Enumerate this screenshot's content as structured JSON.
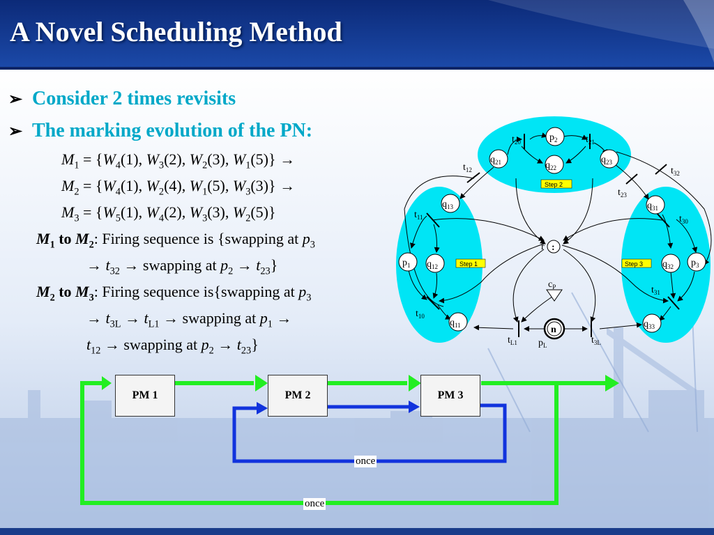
{
  "slide": {
    "title": "A Novel Scheduling Method",
    "bullets": [
      "Consider 2 times revisits",
      "The marking evolution of the PN:"
    ],
    "markings": {
      "m1": {
        "M": "M",
        "sub": "1",
        "eq": " = {",
        "items": [
          [
            "W",
            "4",
            "(1), "
          ],
          [
            "W",
            "3",
            "(2), "
          ],
          [
            "W",
            "2",
            "(3), "
          ],
          [
            "W",
            "1",
            "(5)} "
          ]
        ],
        "arrow": "→"
      },
      "m2": {
        "M": "M",
        "sub": "2",
        "eq": " = {",
        "items": [
          [
            "W",
            "4",
            "(1), "
          ],
          [
            "W",
            "2",
            "(4), "
          ],
          [
            "W",
            "1",
            "(5), "
          ],
          [
            "W",
            "3",
            "(3)} "
          ]
        ],
        "arrow": "→"
      },
      "m3": {
        "M": "M",
        "sub": "3",
        "eq": " = {",
        "items": [
          [
            "W",
            "5",
            "(1), "
          ],
          [
            "W",
            "4",
            "(2), "
          ],
          [
            "W",
            "3",
            "(3), "
          ],
          [
            "W",
            "2",
            "(5)}"
          ]
        ],
        "arrow": ""
      }
    },
    "seq1": {
      "from": "M",
      "from_sub": "1",
      "to_word": " to ",
      "to": "M",
      "to_sub": "2",
      "line1": ": Firing sequence is {swapping at ",
      "p": "p",
      "p_sub": "3",
      "line2a": "→ ",
      "t": "t",
      "t_sub": "32",
      "line2b": " → swapping at ",
      "p2": "p",
      "p2_sub": "2",
      "line2c": " → ",
      "t2": "t",
      "t2_sub": "23",
      "line2d": "}"
    },
    "seq2": {
      "from": "M",
      "from_sub": "2",
      "to_word": " to ",
      "to": "M",
      "to_sub": "3",
      "line1": ": Firing sequence is{swapping at ",
      "p": "p",
      "p_sub": "3",
      "line2a": "→ ",
      "t": "t",
      "t_sub": "3L",
      "line2b": " → ",
      "t2": "t",
      "t2_sub": "L1",
      "line2c": " → swapping at ",
      "p2": "p",
      "p2_sub": "1",
      "line2d": " →",
      "line3a": "t",
      "line3a_sub": "12",
      "line3b": " → swapping at ",
      "line3p": "p",
      "line3p_sub": "2",
      "line3c": " → ",
      "line3t": "t",
      "line3t_sub": "23",
      "line3d": "}"
    }
  },
  "petri_net": {
    "places": {
      "p1": "p",
      "p1_sub": "1",
      "p2": "p",
      "p2_sub": "2",
      "p3": "p",
      "p3_sub": "3",
      "q11": "q",
      "q11_sub": "11",
      "q12": "q",
      "q12_sub": "12",
      "q13": "q",
      "q13_sub": "13",
      "q21": "q",
      "q21_sub": "21",
      "q22": "q",
      "q22_sub": "22",
      "q23": "q",
      "q23_sub": "23",
      "q31": "q",
      "q31_sub": "31",
      "q32": "q",
      "q32_sub": "32",
      "q33": "q",
      "q33_sub": "33",
      "r": "r",
      "colon": ":",
      "cp": "c",
      "cp_sub": "P",
      "n": "n",
      "pL": "p",
      "pL_sub": "L"
    },
    "transitions": {
      "t10": "t",
      "t10_sub": "10",
      "t11": "t",
      "t11_sub": "11",
      "t12": "t",
      "t12_sub": "12",
      "t20": "t",
      "t20_sub": "20",
      "t21": "t",
      "t21_sub": "21",
      "t23": "t",
      "t23_sub": "23",
      "t30": "t",
      "t30_sub": "30",
      "t31": "t",
      "t31_sub": "31",
      "t32": "t",
      "t32_sub": "32",
      "tL1": "t",
      "tL1_sub": "L1",
      "t3L": "t",
      "t3L_sub": "3L"
    },
    "steps": {
      "step1": "Step 1",
      "step2": "Step 2",
      "step3": "Step 3"
    },
    "colors": {
      "region": "#00e5f5",
      "step_bg": "#ffff00"
    }
  },
  "flow": {
    "pm1": "PM 1",
    "pm2": "PM 2",
    "pm3": "PM 3",
    "once_blue": "once",
    "once_green": "once",
    "colors": {
      "green": "#22ee22",
      "blue": "#1133dd"
    }
  }
}
